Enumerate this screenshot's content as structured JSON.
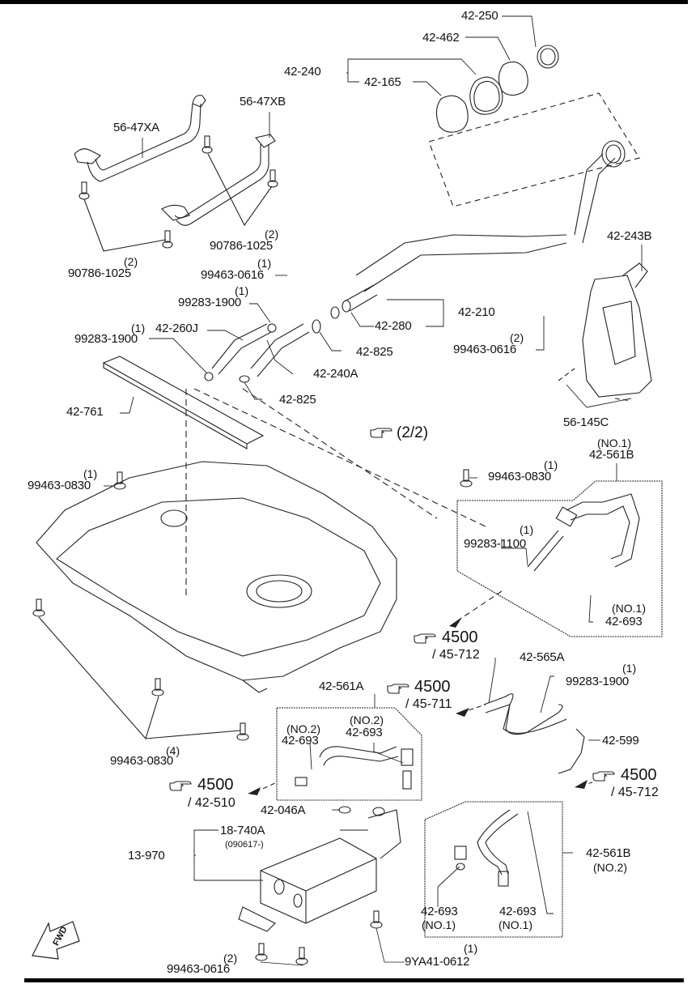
{
  "diagram": {
    "title": "Fuel tank and evaporative emission parts diagram",
    "page_reference": "(2/2)",
    "orientation_label": "FWD",
    "callouts": [
      {
        "id": "c-42-250",
        "part": "42-250"
      },
      {
        "id": "c-42-462",
        "part": "42-462"
      },
      {
        "id": "c-42-240",
        "part": "42-240"
      },
      {
        "id": "c-42-165",
        "part": "42-165"
      },
      {
        "id": "c-56-47XA",
        "part": "56-47XA"
      },
      {
        "id": "c-56-47XB",
        "part": "56-47XB"
      },
      {
        "id": "c-90786-1025-a",
        "part": "90786-1025",
        "qty": "(2)"
      },
      {
        "id": "c-90786-1025-b",
        "part": "90786-1025",
        "qty": "(2)"
      },
      {
        "id": "c-99463-0616-a",
        "part": "99463-0616",
        "qty": "(1)"
      },
      {
        "id": "c-99283-1900-a",
        "part": "99283-1900",
        "qty": "(1)"
      },
      {
        "id": "c-42-260J",
        "part": "42-260J"
      },
      {
        "id": "c-99283-1900-b",
        "part": "99283-1900",
        "qty": "(1)"
      },
      {
        "id": "c-42-243B",
        "part": "42-243B"
      },
      {
        "id": "c-42-210",
        "part": "42-210"
      },
      {
        "id": "c-42-280",
        "part": "42-280"
      },
      {
        "id": "c-42-825-a",
        "part": "42-825"
      },
      {
        "id": "c-42-240A",
        "part": "42-240A"
      },
      {
        "id": "c-42-825-b",
        "part": "42-825"
      },
      {
        "id": "c-99463-0616-b",
        "part": "99463-0616",
        "qty": "(2)"
      },
      {
        "id": "c-56-145C",
        "part": "56-145C"
      },
      {
        "id": "c-42-761",
        "part": "42-761"
      },
      {
        "id": "c-99463-0830-a",
        "part": "99463-0830",
        "qty": "(1)"
      },
      {
        "id": "c-99463-0830-b",
        "part": "99463-0830",
        "qty": "(1)"
      },
      {
        "id": "c-42-561B-no1",
        "part": "42-561B",
        "note": "(NO.1)"
      },
      {
        "id": "c-99283-1100",
        "part": "99283-1100",
        "qty": "(1)"
      },
      {
        "id": "c-42-693-no1-a",
        "part": "42-693",
        "note": "(NO.1)"
      },
      {
        "id": "c-99463-0830-c",
        "part": "99463-0830",
        "qty": "(4)"
      },
      {
        "id": "c-42-561A",
        "part": "42-561A"
      },
      {
        "id": "c-42-693-no2-a",
        "part": "42-693",
        "note": "(NO.2)"
      },
      {
        "id": "c-42-693-no2-b",
        "part": "42-693",
        "note": "(NO.2)"
      },
      {
        "id": "c-42-565A",
        "part": "42-565A"
      },
      {
        "id": "c-99283-1900-c",
        "part": "99283-1900",
        "qty": "(1)"
      },
      {
        "id": "c-42-599",
        "part": "42-599"
      },
      {
        "id": "c-42-046A",
        "part": "42-046A"
      },
      {
        "id": "c-18-740A",
        "part": "18-740A",
        "note": "(090617-)"
      },
      {
        "id": "c-13-970",
        "part": "13-970"
      },
      {
        "id": "c-42-561B-no2",
        "part": "42-561B",
        "note": "(NO.2)"
      },
      {
        "id": "c-42-693-no1-b",
        "part": "42-693",
        "note": "(NO.1)"
      },
      {
        "id": "c-42-693-no1-c",
        "part": "42-693",
        "note": "(NO.1)"
      },
      {
        "id": "c-99463-0616-c",
        "part": "99463-0616",
        "qty": "(2)"
      },
      {
        "id": "c-9YA41-0612",
        "part": "9YA41-0612",
        "qty": "(1)"
      }
    ],
    "cross_references": [
      {
        "group": "4500",
        "sub": "/ 45-712"
      },
      {
        "group": "4500",
        "sub": "/ 45-711"
      },
      {
        "group": "4500",
        "sub": "/ 42-510"
      },
      {
        "group": "4500",
        "sub": "/ 45-712"
      }
    ]
  }
}
